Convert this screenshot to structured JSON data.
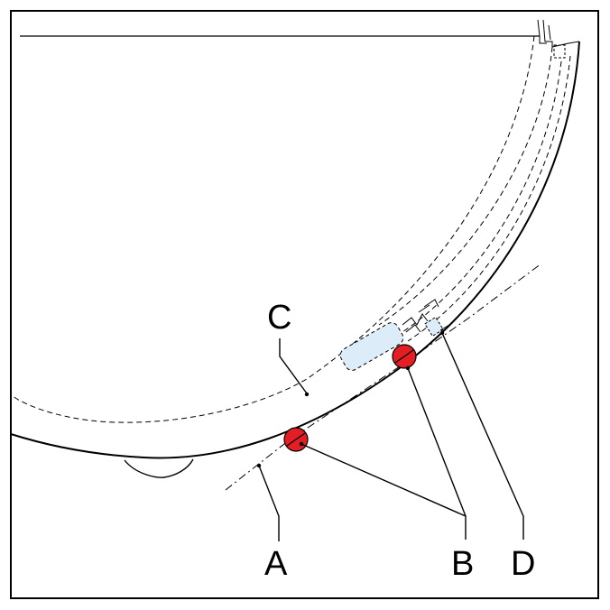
{
  "diagram": {
    "labels": {
      "a": "A",
      "b": "B",
      "c": "C",
      "d": "D"
    }
  },
  "colors": {
    "line": "#000000",
    "marker_red": "#e31e24",
    "part_fill": "#dcecf8",
    "background": "#ffffff"
  }
}
